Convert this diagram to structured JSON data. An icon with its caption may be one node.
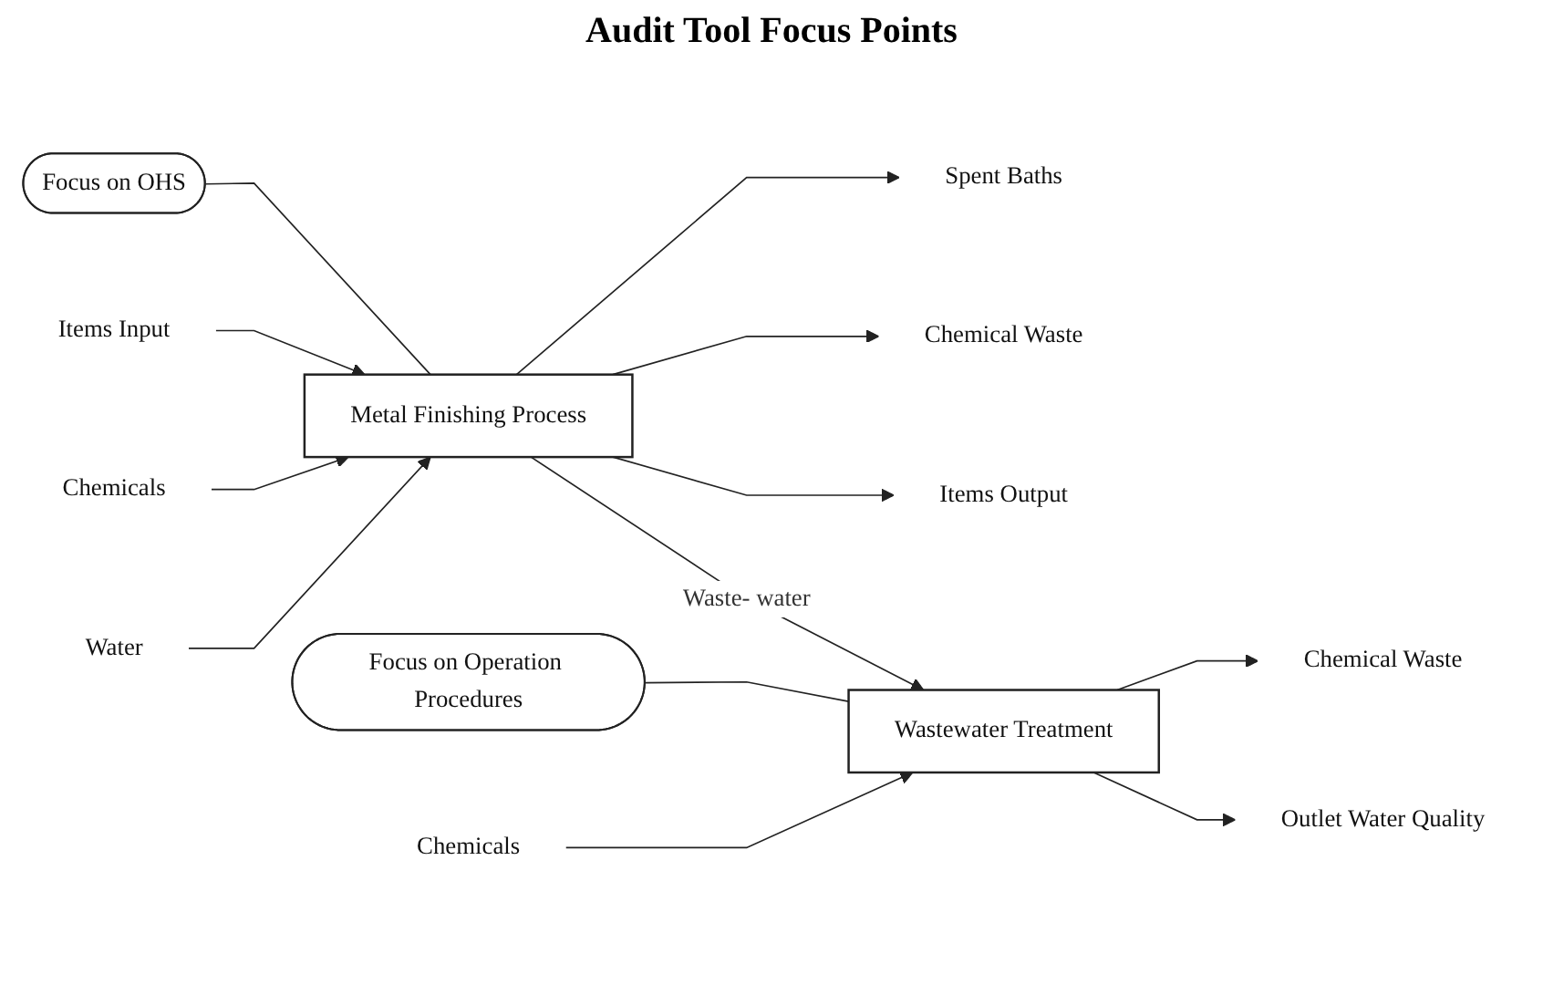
{
  "diagram": {
    "title": "Audit Tool Focus Points",
    "nodes": [
      {
        "text": [
          "Focus on OHS"
        ]
      },
      {
        "text": [
          "Metal Finishing Process"
        ]
      },
      {
        "text": [
          "Items Input"
        ]
      },
      {
        "text": [
          "Chemicals"
        ]
      },
      {
        "text": [
          "Water"
        ]
      },
      {
        "text": [
          "Spent Baths"
        ]
      },
      {
        "text": [
          "Chemical Waste"
        ]
      },
      {
        "text": [
          "Items Output"
        ]
      },
      {
        "text": [
          "Focus on Operation Procedures"
        ]
      },
      {
        "text": [
          "Wastewater Treatment"
        ]
      },
      {
        "text": [
          "Chemical Waste"
        ]
      },
      {
        "text": [
          "Outlet Water Quality"
        ]
      },
      {
        "text": [
          "Chemicals"
        ]
      }
    ],
    "edges": [
      {
        "from": 0,
        "to": 1,
        "arrow": "none"
      },
      {
        "from": 2,
        "to": 1,
        "arrow": "to"
      },
      {
        "from": 3,
        "to": 1,
        "arrow": "to"
      },
      {
        "from": 4,
        "to": 1,
        "arrow": "to"
      },
      {
        "from": 1,
        "to": 5,
        "arrow": "to"
      },
      {
        "from": 1,
        "to": 6,
        "arrow": "to"
      },
      {
        "from": 1,
        "to": 7,
        "arrow": "to"
      },
      {
        "from": 1,
        "to": 9,
        "arrow": "to",
        "label": "Waste- water"
      },
      {
        "from": 8,
        "to": 9,
        "arrow": "none"
      },
      {
        "from": 9,
        "to": 10,
        "arrow": "to"
      },
      {
        "from": 9,
        "to": 11,
        "arrow": "to"
      },
      {
        "from": 12,
        "to": 9,
        "arrow": "to"
      }
    ]
  }
}
